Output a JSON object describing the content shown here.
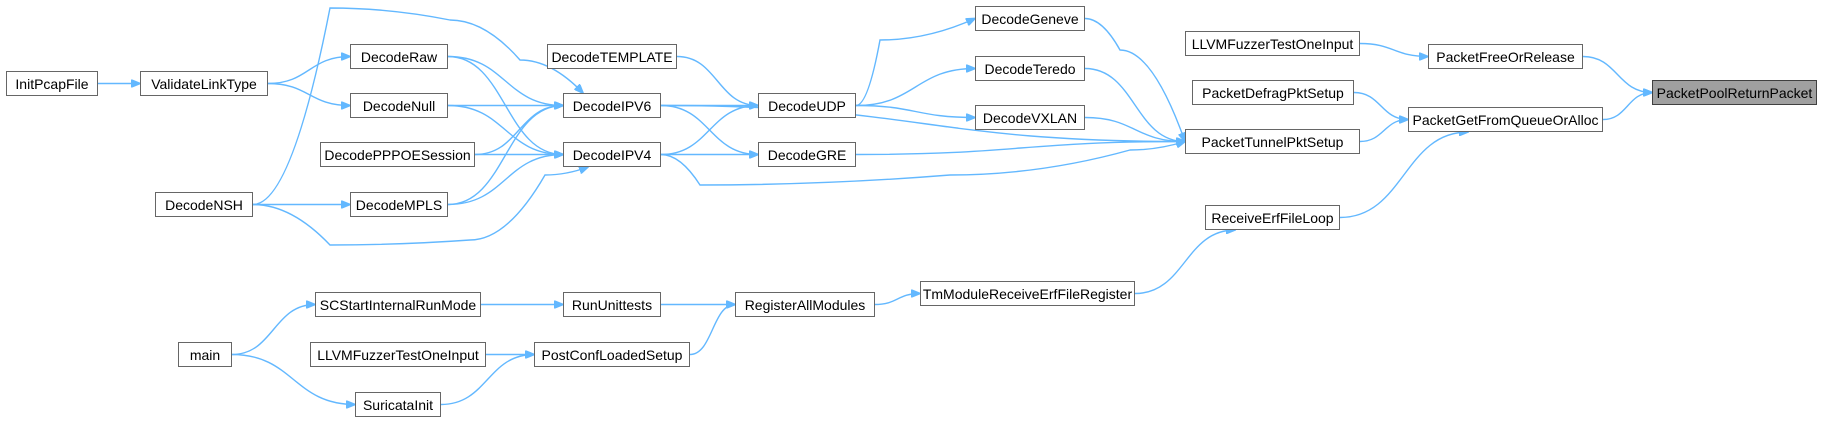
{
  "colors": {
    "edge": "#63b8ff",
    "node_border": "#666666",
    "node_fill": "#ffffff",
    "root_fill": "#a0a0a0"
  },
  "nodes": {
    "PacketPoolReturnPacket": "PacketPoolReturnPacket",
    "PacketFreeOrRelease": "PacketFreeOrRelease",
    "LLVMFuzzerTestOneInput_top": "LLVMFuzzerTestOneInput",
    "PacketGetFromQueueOrAlloc": "PacketGetFromQueueOrAlloc",
    "PacketDefragPktSetup": "PacketDefragPktSetup",
    "PacketTunnelPktSetup": "PacketTunnelPktSetup",
    "ReceiveErfFileLoop": "ReceiveErfFileLoop",
    "TmModuleReceiveErfFileRegister": "TmModuleReceiveErfFileRegister",
    "DecodeGeneve": "DecodeGeneve",
    "DecodeTeredo": "DecodeTeredo",
    "DecodeVXLAN": "DecodeVXLAN",
    "DecodeUDP": "DecodeUDP",
    "DecodeGRE": "DecodeGRE",
    "DecodeTEMPLATE": "DecodeTEMPLATE",
    "DecodeIPV6": "DecodeIPV6",
    "DecodeIPV4": "DecodeIPV4",
    "DecodeRaw": "DecodeRaw",
    "DecodeNull": "DecodeNull",
    "DecodePPPOESession": "DecodePPPOESession",
    "DecodeMPLS": "DecodeMPLS",
    "DecodeNSH": "DecodeNSH",
    "ValidateLinkType": "ValidateLinkType",
    "InitPcapFile": "InitPcapFile",
    "RegisterAllModules": "RegisterAllModules",
    "RunUnittests": "RunUnittests",
    "PostConfLoadedSetup": "PostConfLoadedSetup",
    "SCStartInternalRunMode": "SCStartInternalRunMode",
    "LLVMFuzzerTestOneInput_bottom": "LLVMFuzzerTestOneInput",
    "SuricataInit": "SuricataInit",
    "main": "main"
  }
}
